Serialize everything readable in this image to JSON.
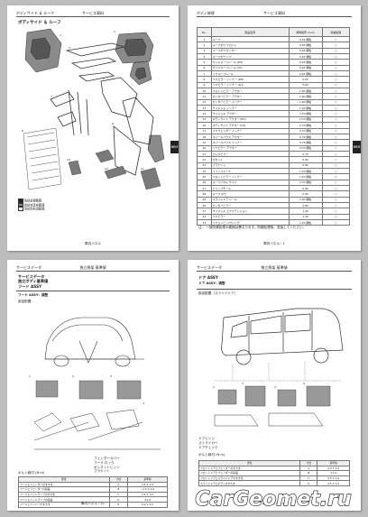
{
  "page1": {
    "header_left": "ボディサイド ＆ ルーフ",
    "header_center": "サービス資料",
    "section_title": "ボディサイド ＆ ルーフ",
    "tab": "BRM",
    "legend": [
      "防錆処理範囲",
      "防錆材塗布範囲",
      "防錆剤充填範囲"
    ],
    "footer": "車内パネル"
  },
  "page2": {
    "header_left": "ボディ修理",
    "header_center": "サービス資料",
    "columns": [
      "No.",
      "部品名称",
      "標準板厚 (mm)",
      "防錆処理"
    ],
    "rows": [
      [
        "1",
        "ルーフ",
        "0.65 鋼板",
        "○"
      ],
      [
        "2",
        "ルーフボウ フロント",
        "0.65 鋼板",
        "○"
      ],
      [
        "3",
        "ルーフボウ センター",
        "0.65 鋼板",
        "○"
      ],
      [
        "4",
        "ルーフボウ リヤ",
        "0.65 鋼板",
        "○"
      ],
      [
        "5",
        "サイドルーフレール (RH)",
        "0.65 鋼板",
        "○"
      ],
      [
        "6",
        "サイドルーフレール (LH)",
        "0.65 鋼板",
        "○"
      ],
      [
        "7",
        "リヤルーフレール",
        "0.65 鋼板",
        "○"
      ],
      [
        "8",
        "リヤピラー インナー (RH)",
        "0.65",
        "○"
      ],
      [
        "9",
        "リヤピラー インナー (LH)",
        "0.65",
        "○"
      ],
      [
        "10",
        "フロントピラー アウター",
        "1.60 鋼板",
        "○"
      ],
      [
        "11",
        "センターピラー アウター",
        "1.60 鋼板",
        "○"
      ],
      [
        "12",
        "センターピラー インナー",
        "1.60 鋼板",
        "○"
      ],
      [
        "13",
        "サイドシル インナー",
        "1.20 鋼板",
        "○"
      ],
      [
        "14",
        "サイドシル アウター",
        "1.20 鋼板",
        "○"
      ],
      [
        "15",
        "ボディサイド アウター (RH)",
        "0.70 鋼板",
        "○"
      ],
      [
        "16",
        "ボディサイド アウター (LH)",
        "0.70 鋼板",
        "○"
      ],
      [
        "17",
        "リヤフェンダー インナー",
        "0.70 鋼板",
        "○"
      ],
      [
        "18",
        "ホイールハウス アウター",
        "0.70 鋼板",
        "○"
      ],
      [
        "19",
        "ホイールハウス インナー",
        "0.70 鋼板",
        "○"
      ],
      [
        "20",
        "リヤピラー アウター",
        "0.70 鋼板",
        "○"
      ],
      [
        "21",
        "ロックピラー",
        "0.70",
        "○"
      ],
      [
        "22",
        "ガセット",
        "0.80",
        "○"
      ],
      [
        "23",
        "ブラケット",
        "0.80",
        "○"
      ],
      [
        "24",
        "リインフォース",
        "1.20 鋼板",
        "○"
      ],
      [
        "25",
        "フロントピラー インナー",
        "1.20 鋼板",
        "○"
      ],
      [
        "26",
        "ルーフパネル サイド",
        "0.70 鋼板",
        "○"
      ],
      [
        "27",
        "ドリップモール",
        "0.80",
        "○"
      ],
      [
        "28",
        "ルーフ ボウ",
        "0.80",
        "○"
      ],
      [
        "29",
        "スライドドア レール",
        "1.60 鋼板",
        "○"
      ],
      [
        "30",
        "センターピラー",
        "0.80",
        "○"
      ],
      [
        "31",
        "サイドシル エクステンション",
        "1.40",
        "○"
      ],
      [
        "32",
        "リヤピラー",
        "1.40",
        "○"
      ],
      [
        "33",
        "リヤコンビ ハウジング",
        "1.20 鋼板",
        "○"
      ]
    ],
    "note": "注 ：一部防錆処理の範囲は異なります。防錆処理後、塗装してください。",
    "tab": "BRM",
    "footer": "車内パネル・1"
  },
  "page3": {
    "header_left": "サービスデータ",
    "header_center": "独立懸架 基準値",
    "title_lines": [
      "サービスデータ",
      "独立ボディ基準値",
      "フード ASSY"
    ],
    "subtitle": "フード ASSY：調整",
    "section": "部品配置",
    "callouts": [
      "フェンダーカバー",
      "フード ロック",
      "ボンネットヒンジ",
      "ブラケット"
    ],
    "legend_caption": "ボルト締付 (N·m)",
    "table_headers": [
      "部位",
      "寸法",
      "基準値"
    ],
    "table_rows": [
      [
        "フードとフェンダーのすきま",
        "A",
        "3.5 ± 1.0"
      ],
      [
        "フードとフェンダーの段差",
        "B",
        "−1.0 ± 1.0"
      ],
      [
        "フードとヘッドランプのすきま",
        "C",
        "3.5 ± 1.0"
      ],
      [
        "フードとヘッドランプの段差",
        "D",
        "±1.0"
      ],
      [
        "フードとバンパーのすきま",
        "E",
        "5.0 ± 1.5"
      ]
    ],
    "footer": "車内パネル・11"
  },
  "page4": {
    "header_left": "サービスデータ",
    "header_center": "独立懸架 基準値",
    "title": "ドア ASSY",
    "subtitle": "ドア ASSY：調整",
    "section": "部品配置（スライドドア）",
    "callouts": [
      "ドアヒンジ",
      "ストライカー",
      "ドアチェック"
    ],
    "legend_caption": "ボルト締付 (N·m)",
    "table_headers": [
      "部位",
      "寸法",
      "基準値"
    ],
    "table_rows": [
      [
        "フロントドアとフェンダーのすきま",
        "A",
        "4.0 ± 1.0"
      ],
      [
        "フロントドアとフェンダーの段差",
        "B",
        "±1.0"
      ],
      [
        "フロントドアとスライドドアのすきま",
        "C",
        "4.5 ± 1.0"
      ],
      [
        "スライドドアとボディのすきま",
        "D",
        "4.5 ± 1.0"
      ]
    ],
    "footer": "車内パネル・41"
  },
  "watermark": "CarGeomet.ru",
  "colors": {
    "background": "#bdbdbd",
    "page": "#ffffff",
    "ink": "#222222"
  }
}
